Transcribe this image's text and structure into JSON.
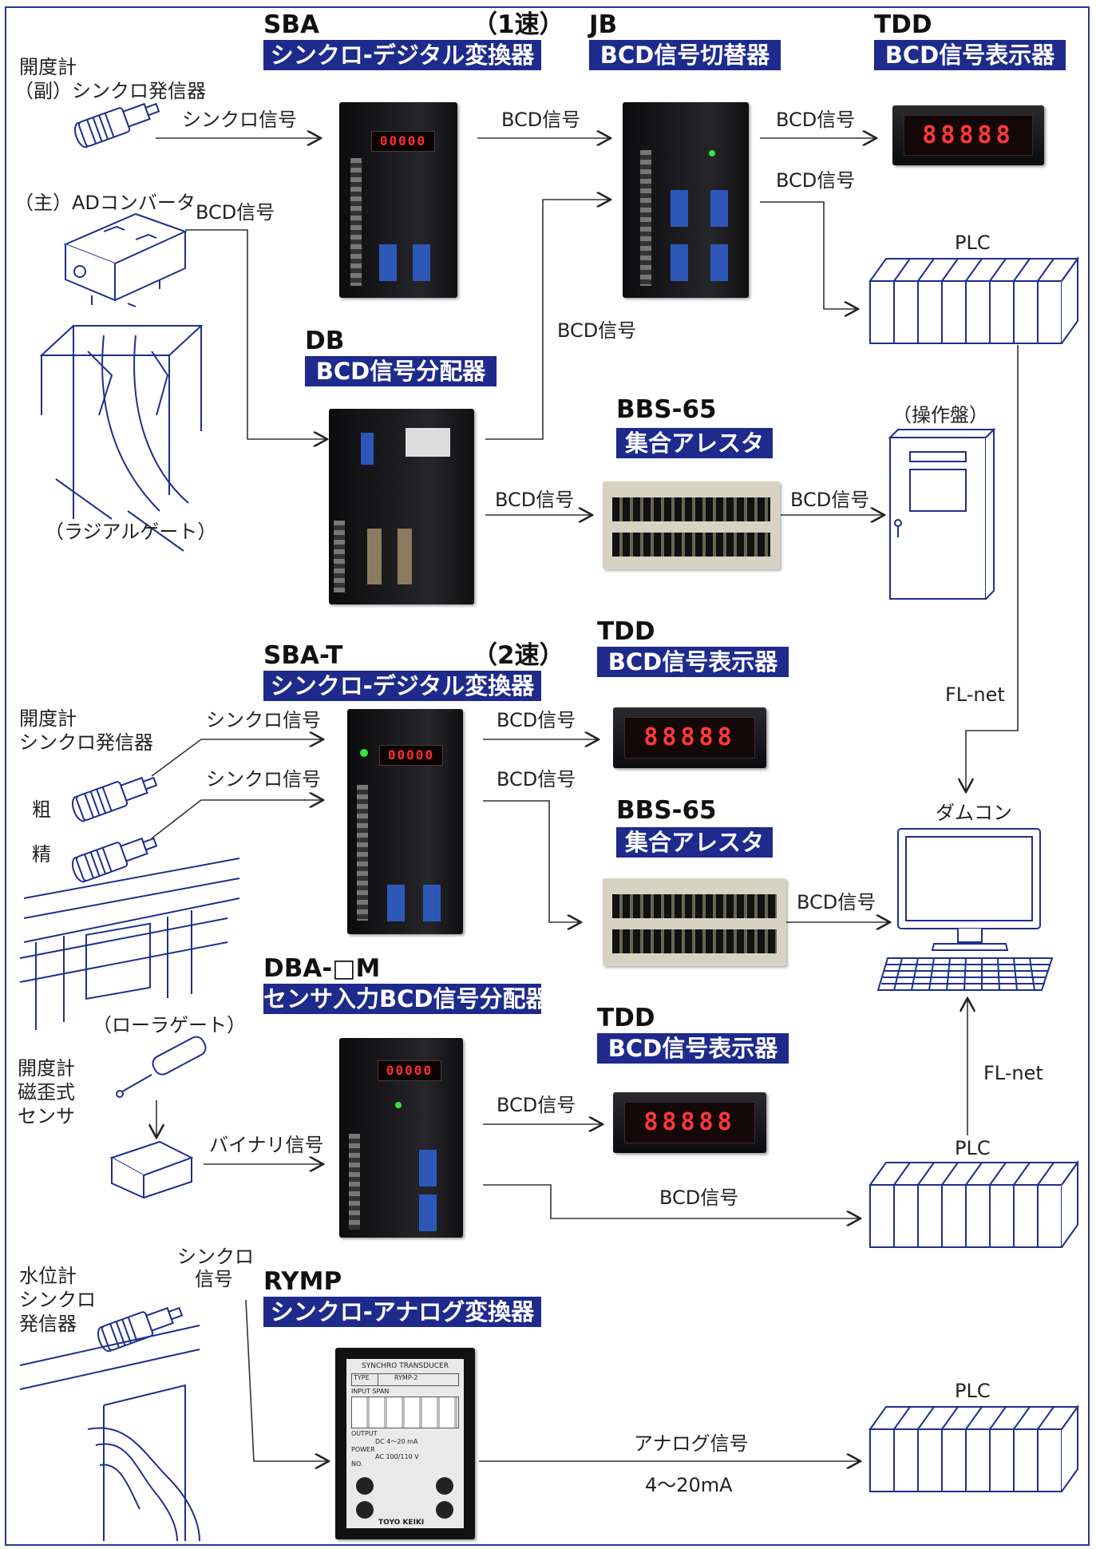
{
  "sections": {
    "sba": {
      "name": "SBA",
      "speed": "（1速）",
      "subtitle": "シンクロ-デジタル変換器"
    },
    "jb": {
      "name": "JB",
      "subtitle": "BCD信号切替器"
    },
    "tdd1": {
      "name": "TDD",
      "subtitle": "BCD信号表示器"
    },
    "db": {
      "name": "DB",
      "subtitle": "BCD信号分配器"
    },
    "bbs1": {
      "name": "BBS-65",
      "subtitle": "集合アレスタ"
    },
    "sbat": {
      "name": "SBA-T",
      "speed": "（2速）",
      "subtitle": "シンクロ-デジタル変換器"
    },
    "tdd2": {
      "name": "TDD",
      "subtitle": "BCD信号表示器"
    },
    "bbs2": {
      "name": "BBS-65",
      "subtitle": "集合アレスタ"
    },
    "dba": {
      "name": "DBA-□M",
      "subtitle": "センサ入力BCD信号分配器"
    },
    "tdd3": {
      "name": "TDD",
      "subtitle": "BCD信号表示器"
    },
    "rymp": {
      "name": "RYMP",
      "subtitle": "シンクロ-アナログ変換器"
    }
  },
  "sources": {
    "sync_sub_1": "開度計",
    "sync_sub_2": "（副）シンクロ発信器",
    "ad_converter": "（主）ADコンバータ",
    "radial_gate": "（ラジアルゲート）",
    "sync2_1": "開度計",
    "sync2_2": "シンクロ発信器",
    "coarse": "粗",
    "fine": "精",
    "roller_gate": "（ローラゲート）",
    "mag_1": "開度計",
    "mag_2": "磁歪式",
    "mag_3": "センサ",
    "level_1": "水位計",
    "level_2": "シンクロ",
    "level_3": "発信器"
  },
  "signals": {
    "sync1": "シンクロ信号",
    "bcd_sba_jb": "BCD信号",
    "bcd_jb_tdd": "BCD信号",
    "bcd_jb_plc": "BCD信号",
    "bcd_ad": "BCD信号",
    "bcd_db_jb": "BCD信号",
    "bcd_db_bbs": "BCD信号",
    "bcd_bbs_panel": "BCD信号",
    "sync2a": "シンクロ信号",
    "sync2b": "シンクロ信号",
    "bcd_sbat_tdd": "BCD信号",
    "bcd_sbat_bbs": "BCD信号",
    "bcd_bbs2_dam": "BCD信号",
    "binary": "バイナリ信号",
    "bcd_dba_tdd": "BCD信号",
    "bcd_dba_plc": "BCD信号",
    "sync_level_1": "シンクロ",
    "sync_level_2": "信号",
    "analog": "アナログ信号",
    "analog_range": "4～20mA",
    "flnet1": "FL-net",
    "flnet2": "FL-net"
  },
  "targets": {
    "plc1": "PLC",
    "panel": "（操作盤）",
    "damcon": "ダムコン",
    "plc2": "PLC",
    "plc3": "PLC"
  },
  "displays": {
    "tdd_digits": "88888",
    "sba_digits": "00000",
    "sbat_digits": "00000",
    "dba_digits": "00000"
  },
  "rymp_panel": {
    "title": "SYNCHRO TRANSDUCER",
    "type_label": "TYPE",
    "type_value": "RYMP-2",
    "input_label": "INPUT SPAN",
    "output_label": "OUTPUT",
    "output_value": "DC 4～20 mA",
    "power_label": "POWER",
    "power_value": "AC 100/110 V",
    "no_label": "NO.",
    "brand": "TOYO KEIKI"
  },
  "colors": {
    "band": "#1e2a8c",
    "line": "#2a3590",
    "led": "#ff3838"
  }
}
